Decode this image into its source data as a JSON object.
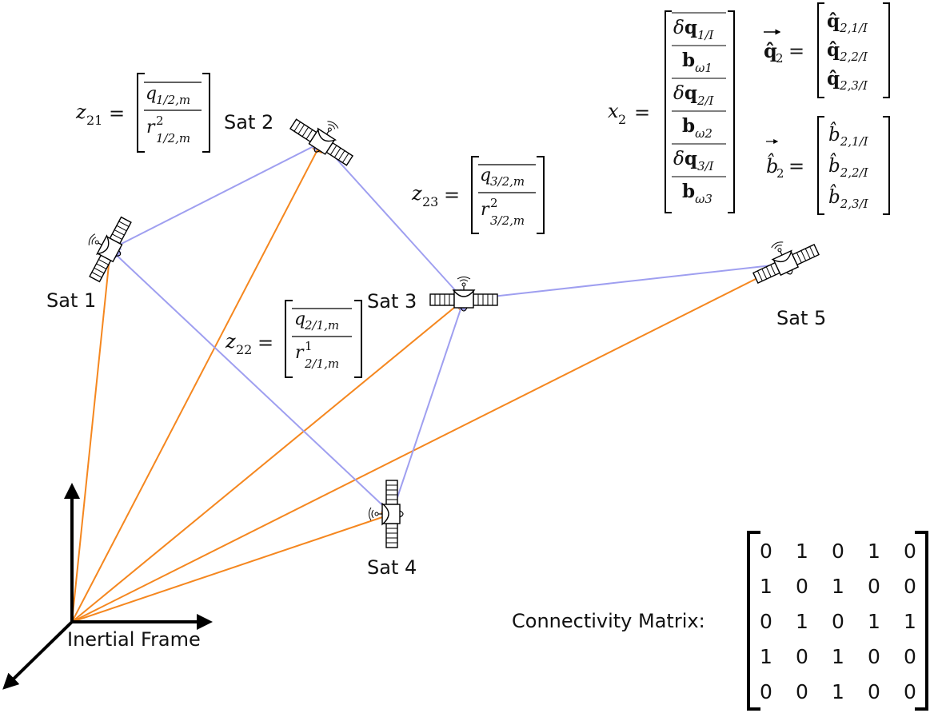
{
  "satellites": [
    {
      "id": "sat1",
      "label": "Sat 1"
    },
    {
      "id": "sat2",
      "label": "Sat 2"
    },
    {
      "id": "sat3",
      "label": "Sat 3"
    },
    {
      "id": "sat4",
      "label": "Sat 4"
    },
    {
      "id": "sat5",
      "label": "Sat 5"
    }
  ],
  "frame_label": "Inertial Frame",
  "connectivity": {
    "label": "Connectivity Matrix:",
    "matrix": [
      [
        0,
        1,
        0,
        1,
        0
      ],
      [
        1,
        0,
        1,
        0,
        0
      ],
      [
        0,
        1,
        0,
        1,
        1
      ],
      [
        1,
        0,
        1,
        0,
        0
      ],
      [
        0,
        0,
        1,
        0,
        0
      ]
    ]
  },
  "links_inter_satellite": [
    {
      "from": "sat1",
      "to": "sat2"
    },
    {
      "from": "sat1",
      "to": "sat4"
    },
    {
      "from": "sat2",
      "to": "sat3"
    },
    {
      "from": "sat3",
      "to": "sat4"
    },
    {
      "from": "sat3",
      "to": "sat5"
    }
  ],
  "links_inertial": [
    "sat1",
    "sat2",
    "sat3",
    "sat4",
    "sat5"
  ],
  "colors": {
    "inter_satellite_link": "#9f9ff0",
    "inertial_vector": "#f5871f",
    "axes": "#000000"
  },
  "equations": {
    "z21": {
      "lhs": "z",
      "lhs_sub": "21",
      "top": "q",
      "top_sub": "1/2,m",
      "bot": "r",
      "bot_sup": "2",
      "bot_sub": "1/2,m"
    },
    "z23": {
      "lhs": "z",
      "lhs_sub": "23",
      "top": "q",
      "top_sub": "3/2,m",
      "bot": "r",
      "bot_sup": "2",
      "bot_sub": "3/2,m"
    },
    "z22": {
      "lhs": "z",
      "lhs_sub": "22",
      "top": "q",
      "top_sub": "2/1,m",
      "bot": "r",
      "bot_sup": "1",
      "bot_sub": "2/1,m"
    },
    "x2": {
      "lhs": "x",
      "lhs_sub": "2",
      "rows": [
        {
          "pre": "δ",
          "sym": "q",
          "sub": "1/I",
          "bold": true
        },
        {
          "pre": "",
          "sym": "b",
          "sub": "ω1",
          "bold": true
        },
        {
          "pre": "δ",
          "sym": "q",
          "sub": "2/I",
          "bold": true
        },
        {
          "pre": "",
          "sym": "b",
          "sub": "ω2",
          "bold": true
        },
        {
          "pre": "δ",
          "sym": "q",
          "sub": "3/I",
          "bold": true
        },
        {
          "pre": "",
          "sym": "b",
          "sub": "ω3",
          "bold": true
        }
      ]
    },
    "q2": {
      "lhs": "q̂",
      "lhs_sub": "2",
      "rows": [
        {
          "sym": "q̂",
          "sub": "2,1/I"
        },
        {
          "sym": "q̂",
          "sub": "2,2/I"
        },
        {
          "sym": "q̂",
          "sub": "2,3/I"
        }
      ]
    },
    "b2": {
      "lhs": "b̂",
      "lhs_sub": "2",
      "rows": [
        {
          "sym": "b̂",
          "sub": "2,1/I"
        },
        {
          "sym": "b̂",
          "sub": "2,2/I"
        },
        {
          "sym": "b̂",
          "sub": "2,3/I"
        }
      ]
    },
    "equals": "="
  }
}
